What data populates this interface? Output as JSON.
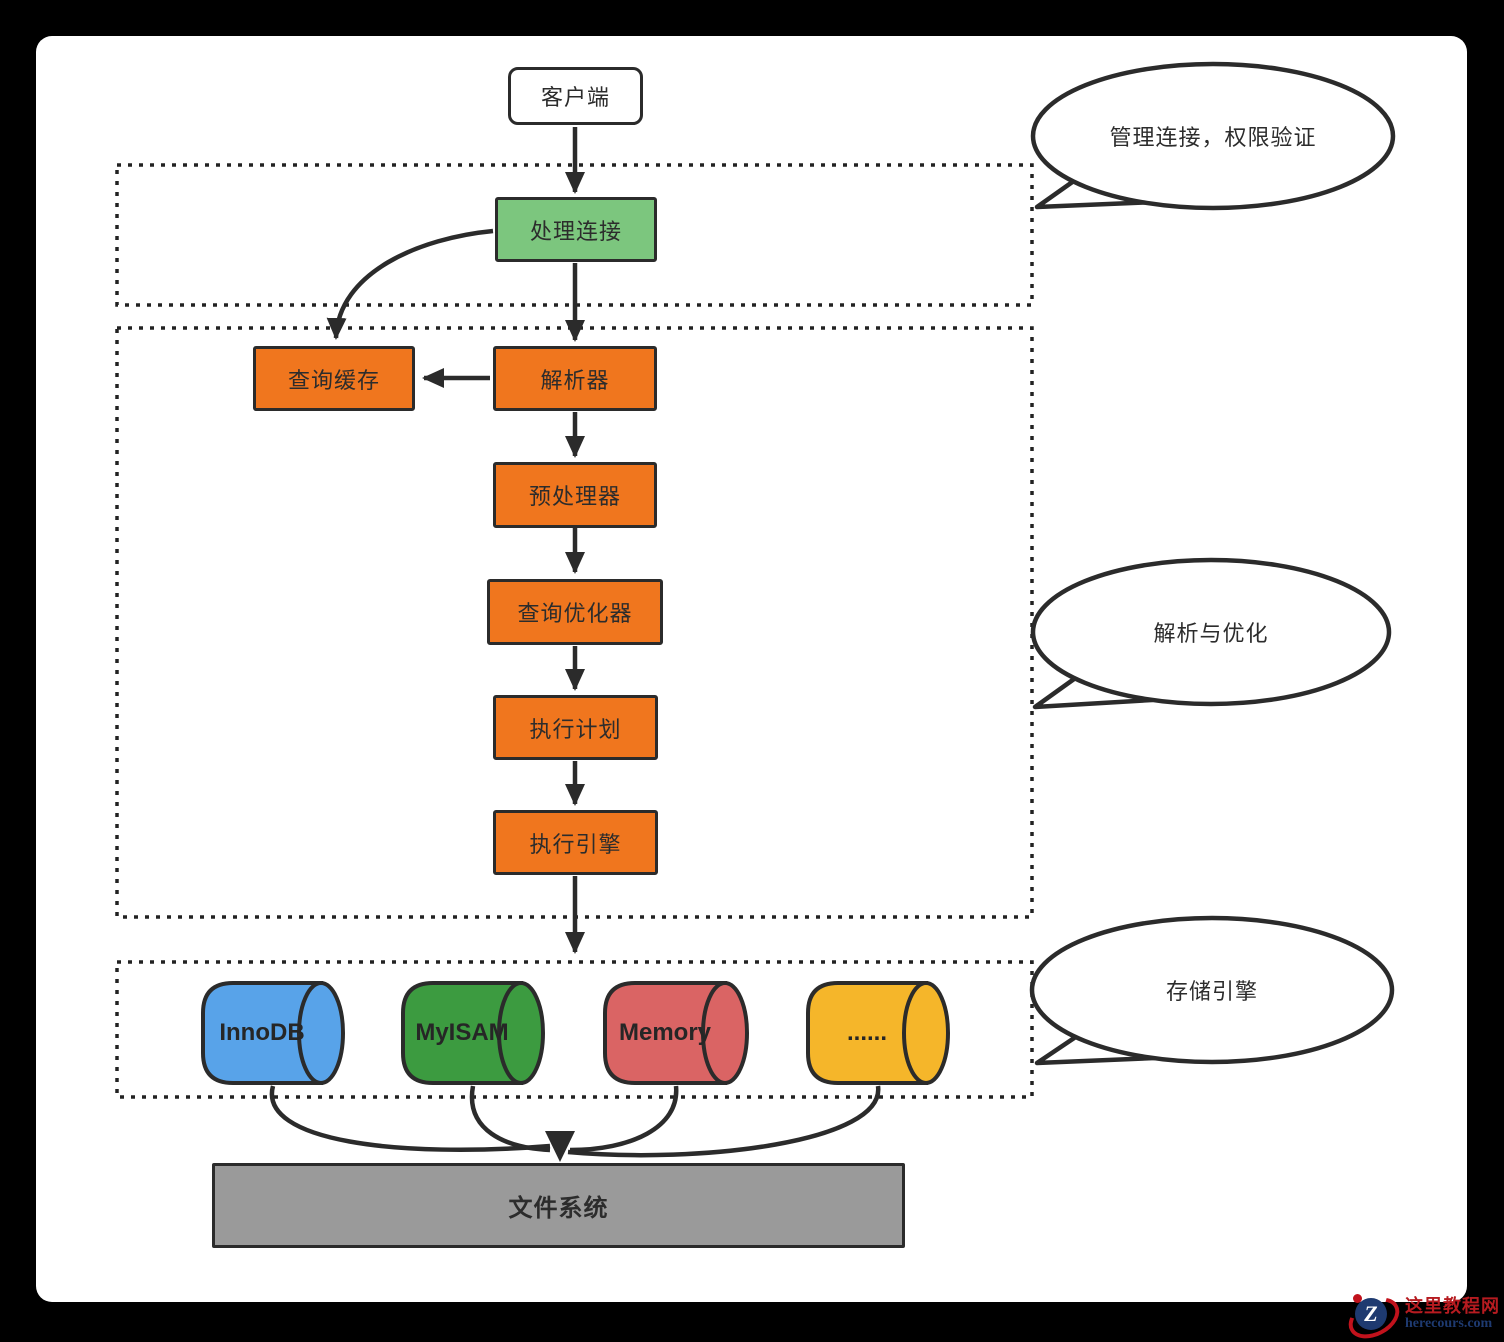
{
  "diagram": {
    "nodes": {
      "client": {
        "label": "客户端"
      },
      "handle_connection": {
        "label": "处理连接"
      },
      "query_cache": {
        "label": "查询缓存"
      },
      "parser": {
        "label": "解析器"
      },
      "preprocessor": {
        "label": "预处理器"
      },
      "query_optimizer": {
        "label": "查询优化器"
      },
      "execution_plan": {
        "label": "执行计划"
      },
      "execution_engine": {
        "label": "执行引擎"
      },
      "file_system": {
        "label": "文件系统"
      }
    },
    "storage_engines": [
      {
        "label": "InnoDB",
        "color": "#58a3e9"
      },
      {
        "label": "MyISAM",
        "color": "#3c9b40"
      },
      {
        "label": "Memory",
        "color": "#da6464"
      },
      {
        "label": "......",
        "color": "#f5b62a"
      }
    ],
    "callouts": [
      {
        "label": "管理连接，权限验证"
      },
      {
        "label": "解析与优化"
      },
      {
        "label": "存储引擎"
      }
    ],
    "colors": {
      "box_orange": "#f0761e",
      "box_green": "#7cc67e",
      "box_gray": "#9a9a9a",
      "outline": "#2b2b2b",
      "paper": "#ffffff",
      "backdrop": "#000000"
    }
  },
  "watermark": {
    "site_name": "这里教程网",
    "site_url": "herecours.com",
    "logo_letter": "Z"
  }
}
